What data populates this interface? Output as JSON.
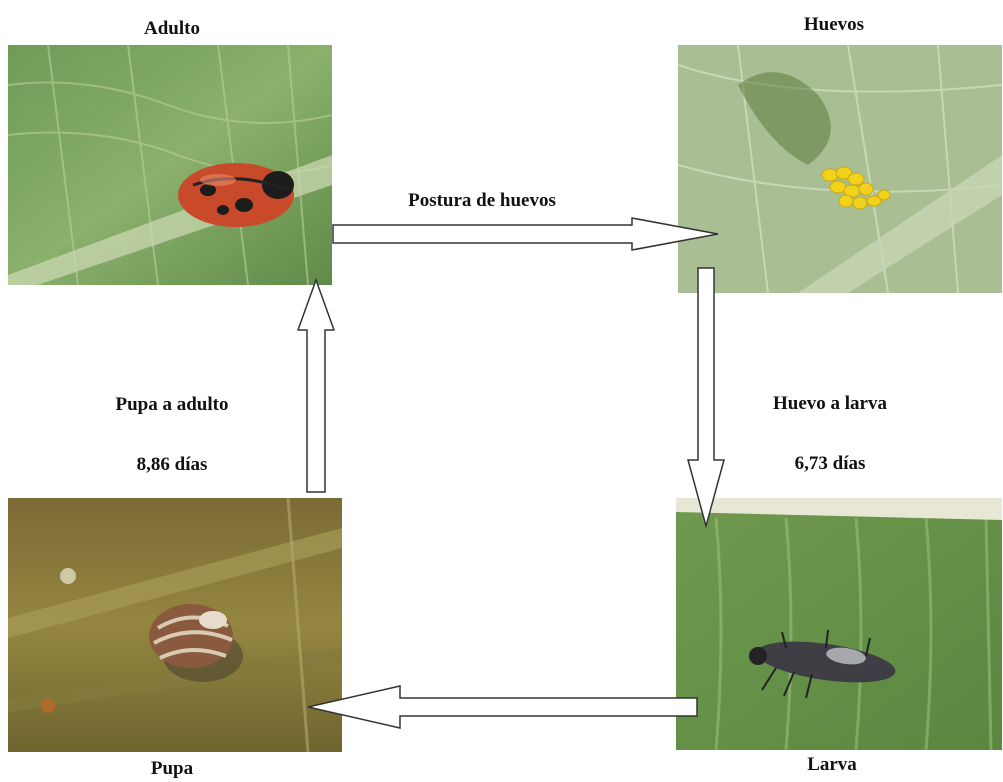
{
  "stages": {
    "adult": {
      "label": "Adulto"
    },
    "eggs": {
      "label": "Huevos"
    },
    "larva": {
      "label": "Larva"
    },
    "pupa": {
      "label": "Pupa"
    }
  },
  "transitions": {
    "egg_laying": {
      "label": "Postura de huevos"
    },
    "egg_to_larva": {
      "label": "Huevo a larva",
      "duration": "6,73 días"
    },
    "pupa_to_adult": {
      "label": "Pupa a adulto",
      "duration": "8,86 días"
    }
  }
}
